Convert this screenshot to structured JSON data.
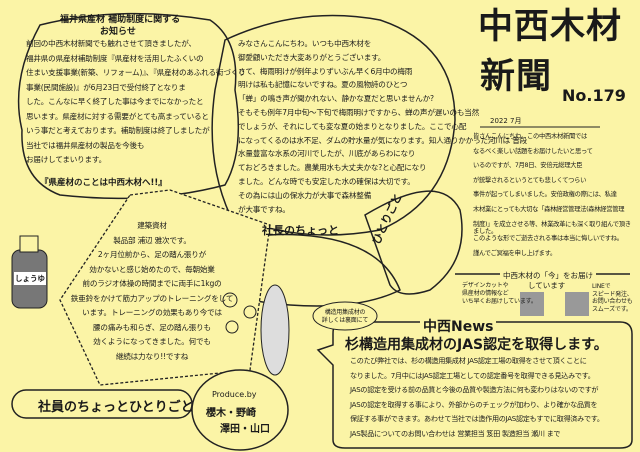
{
  "notice": {
    "title_line1": "福井県産材 補助制度に関する",
    "title_line2": "お知らせ",
    "lines": [
      "前回の中西木材新聞でも触れさせて頂きましたが、",
      "福井県の県産材補助制度『県産材を活用したふくいの",
      "住まい支援事業(新築、リフォーム)』、『県産材のあふれる街づくり",
      "事業(民間施設)』が6月23日で受付終了となりま",
      "した。こんなに早く終了した事は今までになかったと",
      "思います。県産材に対する需要がとても高まっていると",
      "いう事だと考えております。補助制度は終了しましたが",
      "当社では福井県産材の製品を今後も",
      "お届けしてまいります。"
    ],
    "slogan": "『県産材のことは中西木材へ!!』"
  },
  "president": {
    "lines": [
      "みなさんこんにちわ。いつも中西木材を",
      "御愛顧いただき大変ありがとうございます。",
      "さて、梅雨明けが例年よりずいぶん早く6月中の梅雨",
      "明けは私も記憶にないですね。夏の風物詩のひとつ",
      "「蝉」の鳴き声が聞かれない、静かな夏だと思いませんか?",
      "そもそも例年7月中旬～下旬で梅雨明けですから、蝉の声が遅いのも当然",
      "でしょうが、それにしても変な夏の始まりとなりました。ここで心配",
      "になってくるのは水不足、ダムの貯水量が気になります。知人通りかかった河川は 普段",
      "水量豊富な水系の河川でしたが、川底があらわになり",
      "ておどろきました。農業用水も大丈夫かな?と心配になり",
      "ました。どんな時でも安定した水の確保は大切です。",
      "その為には山の保水力が大事で森林整備",
      "が大事ですね。"
    ],
    "label_a": "社長のちょっと",
    "label_b": "ひとりごと"
  },
  "masthead": {
    "title_line1": "中西木材",
    "title_line2": "新聞",
    "issue": "No.179",
    "date": "2022 7月",
    "lines": [
      "皆さんこんにちわ。この中西木材新聞では",
      "なるべく楽しい話題をお届けしたいと思って",
      "いるのですが、7月8日、安倍元総理大臣",
      "が銃撃されるというとても悲しくてつらい",
      "事件が起ってしまいました。安倍政権の際には、私達",
      "木材業にとっても大切な「森林経営管理法(森林経営管理",
      "制度)」を成立させる等、林業改革にも深く取り組んで頂きました。",
      "このような形でご逝去される事は本当に悔しいですね。",
      "謹んでご冥福を申し上げます。"
    ]
  },
  "sns": {
    "heading_line1": "中西木材の「今」をお届け",
    "heading_line2": "しています",
    "left_note": [
      "デザインカットや",
      "県産材の情報など",
      "いち早くお届けしています。"
    ],
    "right_note": [
      "LINEで",
      "スピード発注、",
      "お問い合わせも",
      "スムーズです。"
    ]
  },
  "employee": {
    "lines": [
      "建築資材",
      "製品部 浦辺 雅次です。",
      "2ヶ月位前から、足の踏ん張りが",
      "効かないと感じ始めたので、毎朝始業",
      "前のラジオ体操の時間までに両手に1kgの",
      "鉄亜鈴をかけて筋力アップのトレーニングをして",
      "います。トレーニングの効果もあり今では",
      "腰の痛みも和らぎ、足の踏ん張りも",
      "効くようになってきました。何でも",
      "継続は力なり!!ですね"
    ],
    "title": "社員のちょっとひとりごと",
    "soy_label": "しょうゆ"
  },
  "produce": {
    "label": "Produce.by",
    "names_line1": "櫻木・野崎",
    "names_line2": "澤田・山口"
  },
  "news": {
    "header": "中西News",
    "callout": [
      "構造用集成材の",
      "詳しくは裏面にて"
    ],
    "headline": "杉構造用集成材のJAS認定を取得します。",
    "lines": [
      "このたび弊社では、杉の構造用集成材 JAS認定工場の取得をさせて頂くことに",
      "なりました。7月中にはJAS認定工場としての認定番号を取得できる見込みです。",
      "JASの認定を受ける前の品質と今後の品質や製造方法に何も変わりはないのですが",
      "JASの認定を取得する事により、外部からのチェックが加わり、より確かな品質を",
      "保証する事ができます。あわせて当社では造作用のJAS認定もすでに取得済みです。",
      "JAS製品についてのお問い合わせは 営業担当 笈田 製造担当 瀬川 まで"
    ]
  },
  "colors": {
    "paper": "#fbf4a6",
    "ink": "#1a1a1a"
  }
}
